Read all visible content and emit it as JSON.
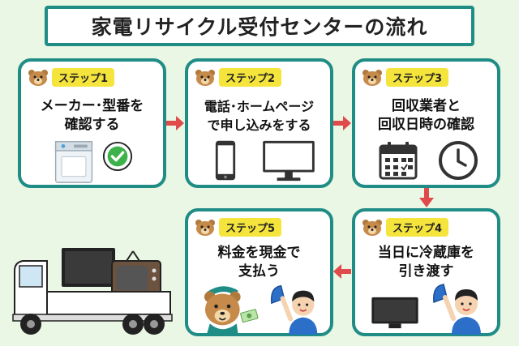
{
  "title": "家電リサイクル受付センターの流れ",
  "colors": {
    "accent": "#1f8c85",
    "arrow": "#e04a4a",
    "label_bg": "#f5e43c",
    "background": "#e9f7e4"
  },
  "steps": [
    {
      "label": "ステップ1",
      "line1": "メーカー･型番を",
      "line2": "確認する",
      "icons": [
        "washing-machine-icon",
        "check-icon"
      ]
    },
    {
      "label": "ステップ2",
      "line1": "電話･ホームページ",
      "line2": "で申し込みをする",
      "icons": [
        "smartphone-icon",
        "monitor-icon"
      ]
    },
    {
      "label": "ステップ3",
      "line1": "回収業者と",
      "line2": "回収日時の確認",
      "icons": [
        "calendar-icon",
        "clock-icon"
      ]
    },
    {
      "label": "ステップ4",
      "line1": "当日に冷蔵庫を",
      "line2": "引き渡す",
      "icons": [
        "tv-icon",
        "worker-icon"
      ]
    },
    {
      "label": "ステップ5",
      "line1": "料金を現金で",
      "line2": "支払う",
      "icons": [
        "bear-icon",
        "worker-icon"
      ]
    }
  ],
  "truck_icon": "truck-with-tvs-icon"
}
